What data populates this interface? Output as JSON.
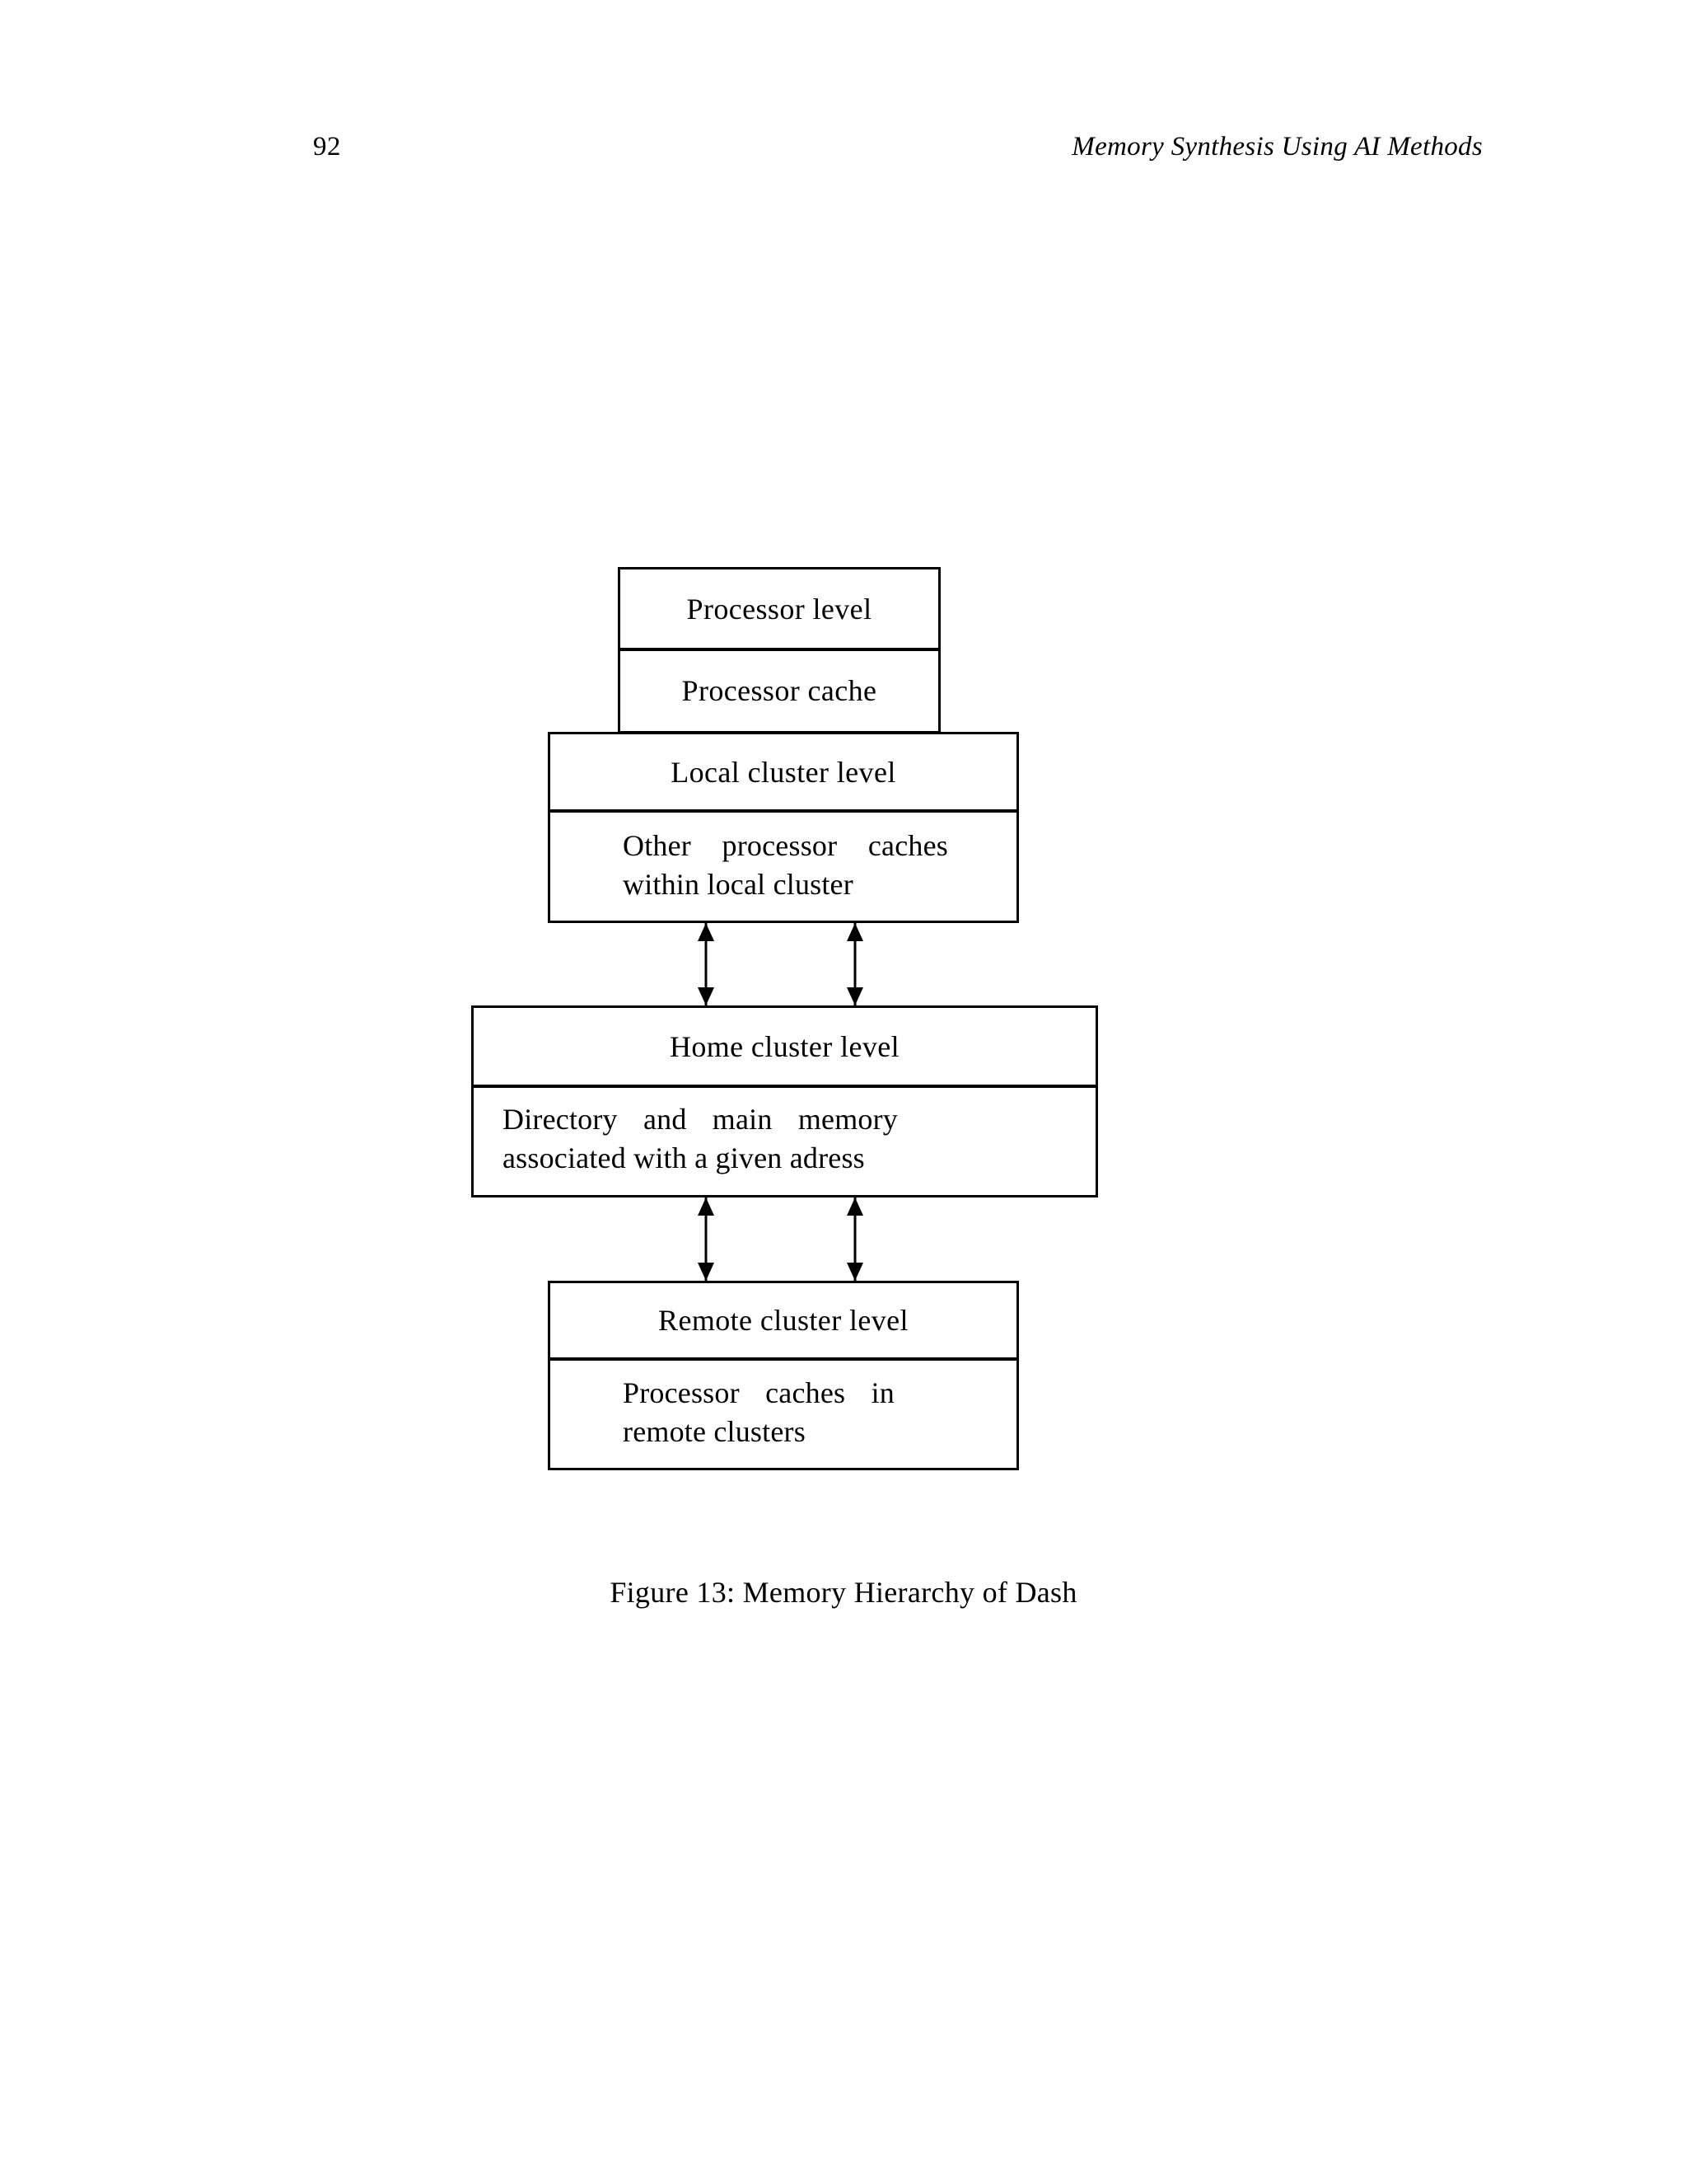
{
  "header": {
    "page_number": "92",
    "running_title": "Memory Synthesis Using AI Methods"
  },
  "figure": {
    "caption": "Figure 13: Memory Hierarchy of Dash",
    "boxes": [
      {
        "id": "processor",
        "title": "Processor level",
        "detail": "Processor cache"
      },
      {
        "id": "local",
        "title": "Local cluster level",
        "detail": "Other processor caches within local cluster"
      },
      {
        "id": "home",
        "title": "Home cluster level",
        "detail": "Directory and main memory associated with a given ad­ress"
      },
      {
        "id": "remote",
        "title": "Remote cluster level",
        "detail": "Processor caches in remote clusters"
      }
    ],
    "connectors": [
      {
        "id": "local-to-home-left",
        "kind": "double-headed-vertical-arrow"
      },
      {
        "id": "local-to-home-right",
        "kind": "double-headed-vertical-arrow"
      },
      {
        "id": "home-to-remote-left",
        "kind": "double-headed-vertical-arrow"
      },
      {
        "id": "home-to-remote-right",
        "kind": "double-headed-vertical-arrow"
      }
    ]
  },
  "colors": {
    "ink": "#000000",
    "paper": "#ffffff"
  }
}
